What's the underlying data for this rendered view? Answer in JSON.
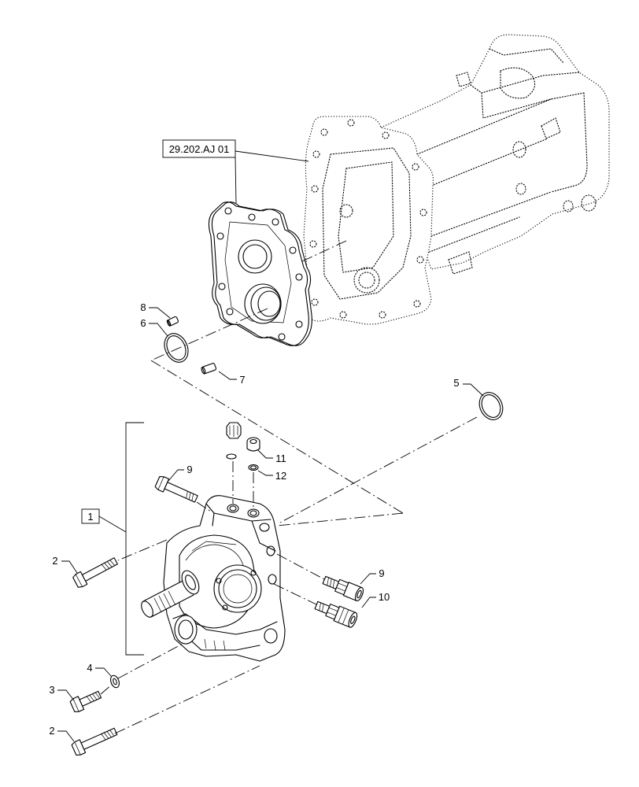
{
  "diagram": {
    "ref_label": "29.202.AJ 01",
    "assembly_label": "1",
    "callouts": [
      "8",
      "6",
      "7",
      "5",
      "11",
      "12",
      "9",
      "2",
      "9",
      "10",
      "4",
      "3",
      "2"
    ]
  },
  "colors": {
    "line": "#000000",
    "background": "#ffffff"
  }
}
